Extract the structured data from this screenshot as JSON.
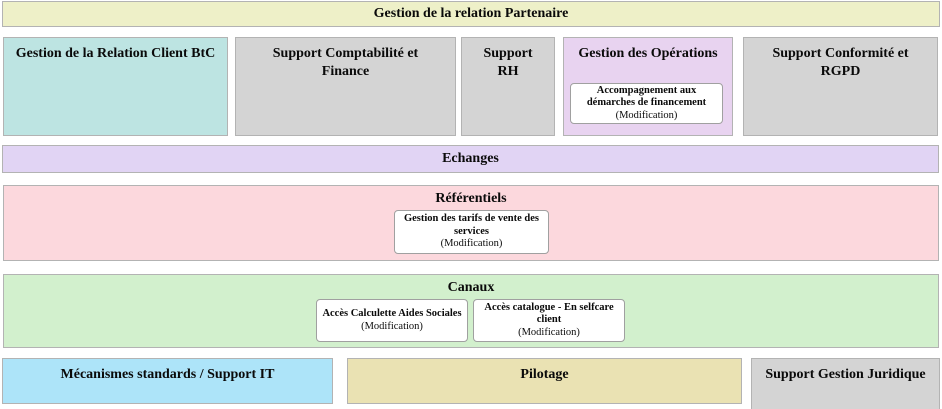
{
  "banner": {
    "label": "Gestion de la relation Partenaire"
  },
  "top_blocks": [
    {
      "label": "Gestion de la Relation Client BtC"
    },
    {
      "label": "Support Comptabilité et Finance"
    },
    {
      "label": "Support RH"
    },
    {
      "label": "Gestion des Opérations",
      "items": [
        {
          "name": "Accompagnement aux démarches de financement",
          "tag": "(Modification)"
        }
      ]
    },
    {
      "label": "Support Conformité et RGPD"
    }
  ],
  "bands": [
    {
      "label": "Echanges",
      "items": []
    },
    {
      "label": "Référentiels",
      "items": [
        {
          "name": "Gestion des tarifs de vente des services",
          "tag": "(Modification)"
        }
      ]
    },
    {
      "label": "Canaux",
      "items": [
        {
          "name": "Accès Calculette Aides Sociales",
          "tag": "(Modification)"
        },
        {
          "name": "Accès catalogue - En selfcare client",
          "tag": "(Modification)"
        }
      ]
    }
  ],
  "bottom_blocks": [
    {
      "label": "Mécanismes standards / Support IT"
    },
    {
      "label": "Pilotage"
    },
    {
      "label": "Support Gestion Juridique"
    }
  ],
  "colors": {
    "banner_bg": "#eef0c8",
    "btc_bg": "#bde4e2",
    "gray_bg": "#d4d4d4",
    "operations_bg": "#e8d3f0",
    "echanges_bg": "#e1d4f4",
    "referentiels_bg": "#fcd8dd",
    "canaux_bg": "#d2f0cd",
    "mecanismes_bg": "#ade4f9",
    "pilotage_bg": "#eae2b3",
    "card_bg": "#ffffff",
    "block_border": "#b3b3b3",
    "card_border": "#a0a0a0",
    "text": "#0a0a0a"
  }
}
